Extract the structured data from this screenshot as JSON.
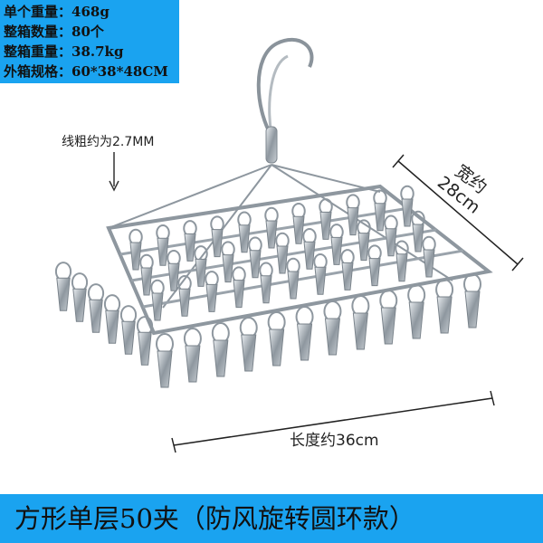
{
  "specs": [
    {
      "label": "单个重量：",
      "value": "468g"
    },
    {
      "label": "整箱数量：",
      "value": "80个"
    },
    {
      "label": "整箱重量：",
      "value": "38.7kg"
    },
    {
      "label": "外箱规格：",
      "value": "60*38*48CM"
    }
  ],
  "wire_note": "线粗约为2.7MM",
  "width_dim": {
    "label": "宽约",
    "value": "28cm"
  },
  "length_dim": "长度约36cm",
  "footer_title": "方形单层50夹（防风旋转圆环款）",
  "colors": {
    "banner": "#1aa3f0",
    "steel": "#9aa3ab"
  }
}
